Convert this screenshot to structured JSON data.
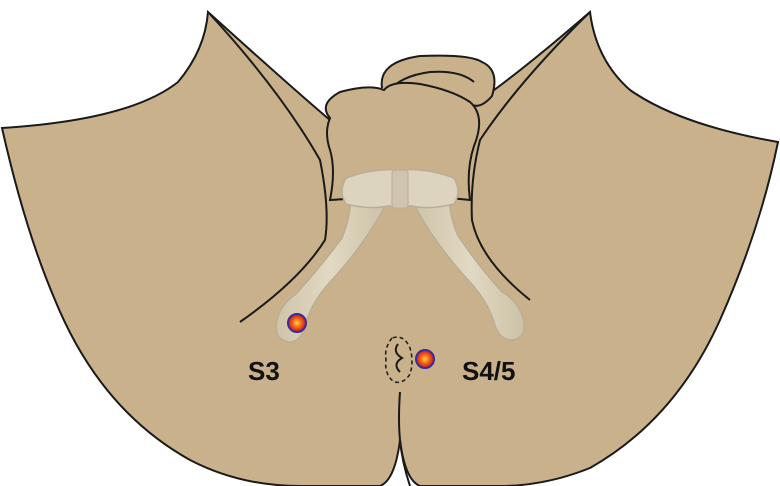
{
  "diagram": {
    "labels": {
      "left_point": "S3",
      "right_point": "S4/5"
    },
    "colors": {
      "skin": "#c9b18c",
      "bone": "#ddd4bf",
      "bone_shadow": "#b9ae95",
      "outline": "#1a1a1a",
      "marker_center": "#ffd23a",
      "marker_mid": "#f05a18",
      "marker_rim": "#3b2a9a",
      "background": "#ffffff"
    },
    "markers": [
      {
        "name": "S3"
      },
      {
        "name": "S4/5"
      }
    ]
  }
}
